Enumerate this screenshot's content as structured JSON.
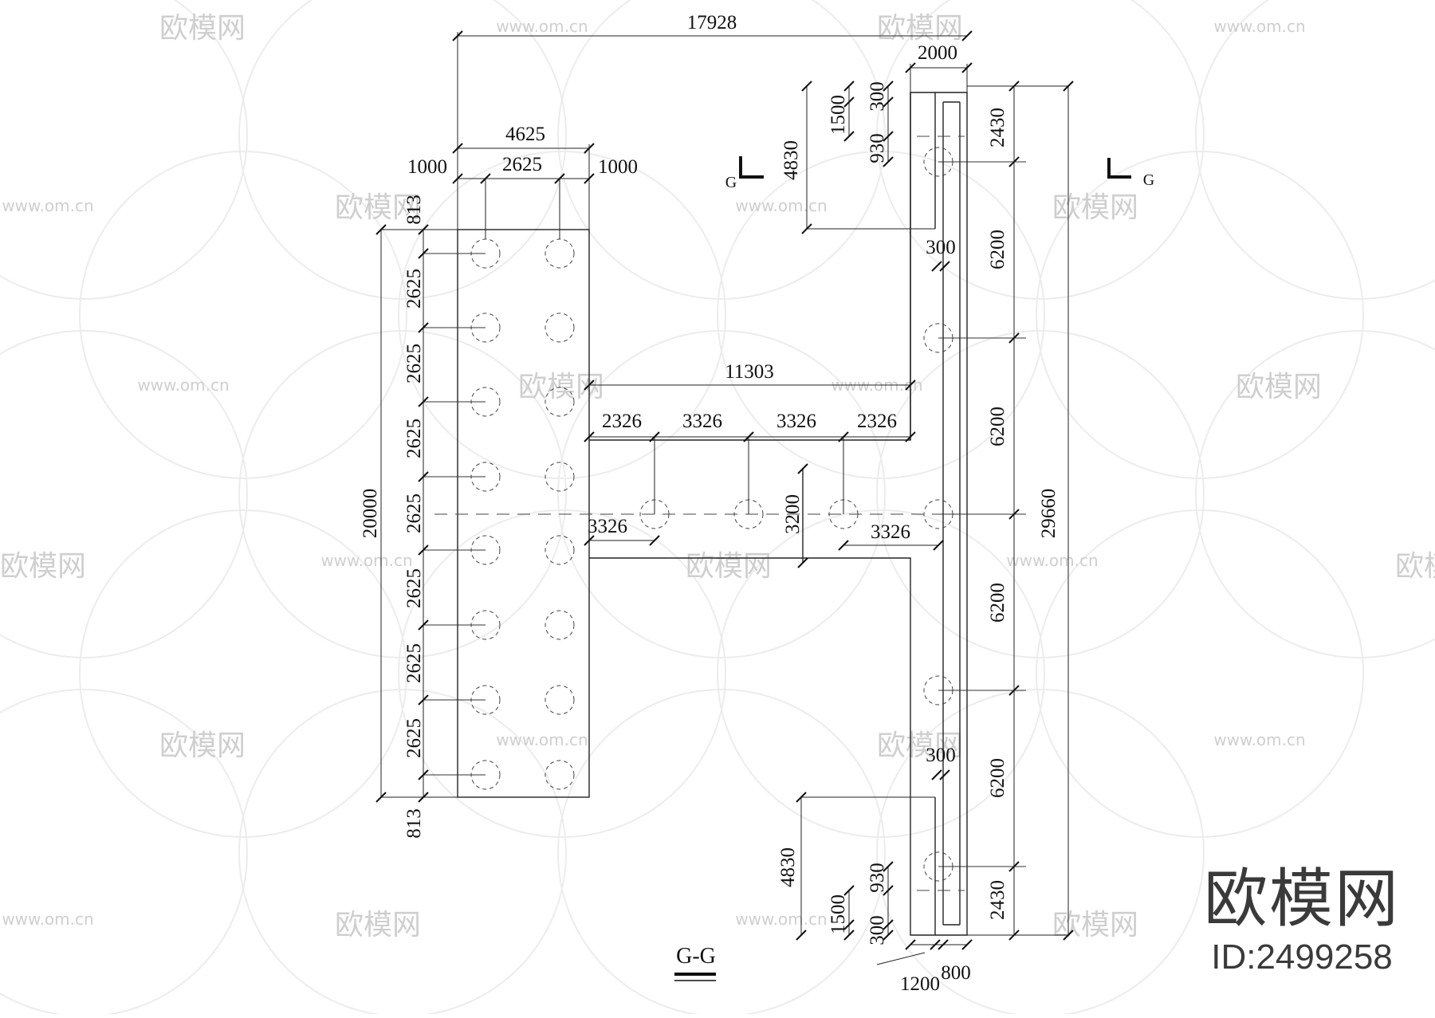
{
  "drawing": {
    "section_title": "G-G",
    "section_marker": "G"
  },
  "dimensions": {
    "overall_width": "17928",
    "overall_height": "29660",
    "left_width": "4625",
    "left_inner": "2625",
    "left_edge": "1000",
    "left_height": "20000",
    "left_end": "813",
    "left_pitch": "2625",
    "top_col_width": "2000",
    "col_1500": "1500",
    "col_300": "300",
    "col_930": "930",
    "col_4830": "4830",
    "col_2430": "2430",
    "col_6200": "6200",
    "col_300_mid": "300",
    "beam_length": "11303",
    "beam_2326": "2326",
    "beam_3326": "3326",
    "beam_3200": "3200",
    "bottom_1200": "1200",
    "bottom_800": "800"
  },
  "watermark": {
    "brand": "欧模网",
    "site": "www.om.cn",
    "site_short": "om.cn",
    "id": "ID:2499258"
  }
}
